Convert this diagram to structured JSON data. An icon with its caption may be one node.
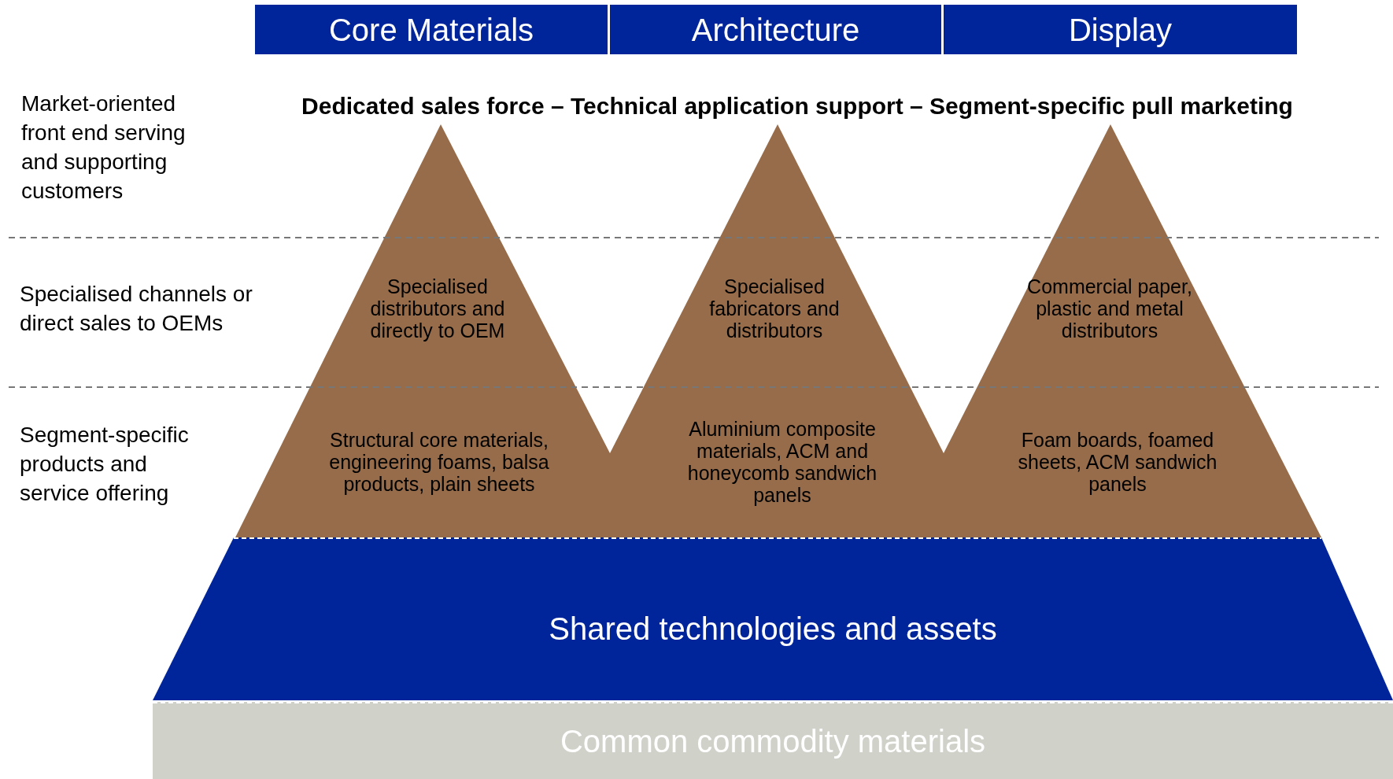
{
  "diagram": {
    "nodes": [
      {
        "text": [
          "Core Materials"
        ]
      },
      {
        "text": [
          "Architecture"
        ]
      },
      {
        "text": [
          "Display"
        ]
      },
      {
        "text": [
          "Specialised distributors and directly to OEM",
          "Structural core materials, engineering foams, balsa products, plain sheets"
        ]
      },
      {
        "text": [
          "Specialised fabricators and distributors",
          "Aluminium composite materials, ACM and honeycomb sandwich panels"
        ]
      },
      {
        "text": [
          "Commercial paper, plastic and metal distributors",
          "Foam boards, foamed sheets, ACM sandwich panels"
        ]
      },
      {
        "text": [
          "Shared technologies and assets"
        ]
      },
      {
        "text": [
          "Common commodity materials"
        ]
      }
    ],
    "labels": [
      "Dedicated sales force – Technical application support – Segment-specific pull marketing",
      "Market-oriented front end serving and supporting customers",
      "Specialised channels or direct sales to OEMs",
      "Segment-specific products and service offering"
    ]
  }
}
